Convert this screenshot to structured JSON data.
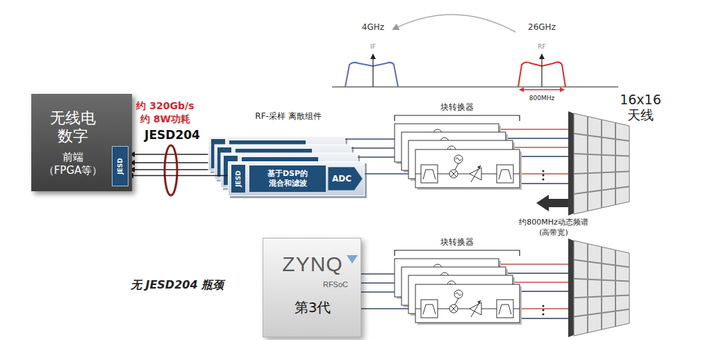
{
  "diagram": {
    "nodes": [
      {
        "text": [
          "无线电 数字",
          "前端 （FPGA等）"
        ]
      },
      {
        "text": [
          "JESD"
        ],
        "in": 0
      },
      {
        "text": [
          "RF-采样 离散组件"
        ]
      },
      {
        "text": [
          "JESD"
        ],
        "in": 2
      },
      {
        "text": [
          "基于DSP的 混合和滤波"
        ],
        "in": 2
      },
      {
        "text": [
          "ADC"
        ],
        "in": 2
      },
      {
        "text": [
          "16x16 天线"
        ]
      },
      {
        "text": [
          "ZYNQ",
          "RFSoC",
          "第3代"
        ]
      }
    ],
    "edges": [
      {
        "from": 3,
        "to": 1,
        "arrow": "to"
      }
    ],
    "labels": [
      "4GHz",
      "IF",
      "26GHz",
      "RF",
      "800MHz",
      "约 320Gb/s",
      "约 8W功耗",
      "JESD204",
      "块转换器",
      "约800MHz动态频谱 (高带宽)",
      "块转换器",
      "无 JESD204 瓶颈"
    ]
  }
}
